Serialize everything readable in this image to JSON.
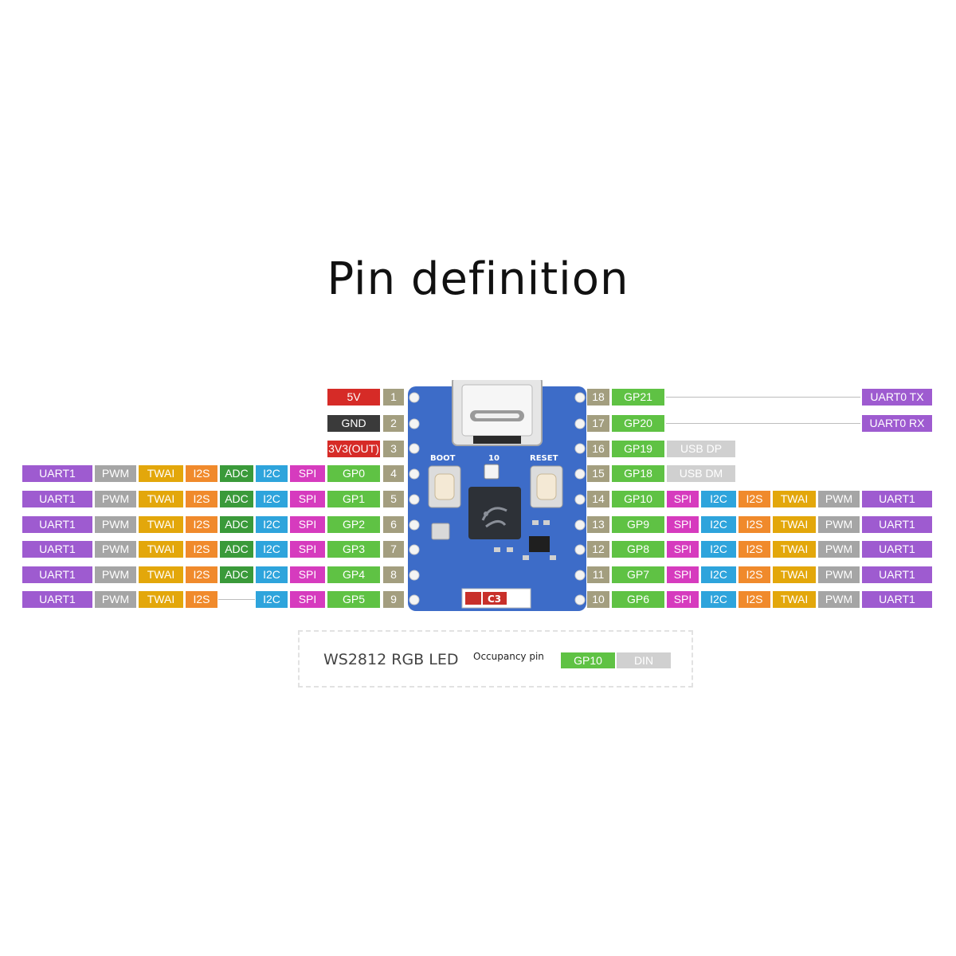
{
  "title": "Pin definition",
  "colors": {
    "pin_number": "#a39e7f",
    "5V": "#d62b27",
    "GND": "#3a3a3a",
    "3V3(OUT)": "#d62b27",
    "GP": "#5fc244",
    "UART": "#9e5bd0",
    "PWM": "#a5a5a5",
    "TWAI": "#e3a70b",
    "I2S": "#f08a2c",
    "ADC": "#3a9a3a",
    "I2C": "#2ea4dc",
    "SPI": "#d63bbe",
    "USB": "#d0d0d0",
    "DIN": "#d0d0d0"
  },
  "board": {
    "boot_label": "BOOT",
    "led_label": "10",
    "reset_label": "RESET",
    "chip_marking": "C3",
    "pcb_color": "#3d6cc8"
  },
  "left_pins": [
    {
      "num": "1",
      "labels": [
        "5V"
      ]
    },
    {
      "num": "2",
      "labels": [
        "GND"
      ]
    },
    {
      "num": "3",
      "labels": [
        "3V3(OUT)"
      ]
    },
    {
      "num": "4",
      "labels": [
        "UART1",
        "PWM",
        "TWAI",
        "I2S",
        "ADC",
        "I2C",
        "SPI",
        "GP0"
      ]
    },
    {
      "num": "5",
      "labels": [
        "UART1",
        "PWM",
        "TWAI",
        "I2S",
        "ADC",
        "I2C",
        "SPI",
        "GP1"
      ]
    },
    {
      "num": "6",
      "labels": [
        "UART1",
        "PWM",
        "TWAI",
        "I2S",
        "ADC",
        "I2C",
        "SPI",
        "GP2"
      ]
    },
    {
      "num": "7",
      "labels": [
        "UART1",
        "PWM",
        "TWAI",
        "I2S",
        "ADC",
        "I2C",
        "SPI",
        "GP3"
      ]
    },
    {
      "num": "8",
      "labels": [
        "UART1",
        "PWM",
        "TWAI",
        "I2S",
        "ADC",
        "I2C",
        "SPI",
        "GP4"
      ]
    },
    {
      "num": "9",
      "labels": [
        "UART1",
        "PWM",
        "TWAI",
        "I2S",
        "",
        "I2C",
        "SPI",
        "GP5"
      ]
    }
  ],
  "right_pins": [
    {
      "num": "18",
      "labels": [
        "GP21",
        "",
        "",
        "",
        "",
        "",
        "UART0 TX"
      ]
    },
    {
      "num": "17",
      "labels": [
        "GP20",
        "",
        "",
        "",
        "",
        "",
        "UART0 RX"
      ]
    },
    {
      "num": "16",
      "labels": [
        "GP19",
        "USB DP"
      ]
    },
    {
      "num": "15",
      "labels": [
        "GP18",
        "USB DM"
      ]
    },
    {
      "num": "14",
      "labels": [
        "GP10",
        "SPI",
        "I2C",
        "I2S",
        "TWAI",
        "PWM",
        "UART1"
      ]
    },
    {
      "num": "13",
      "labels": [
        "GP9",
        "SPI",
        "I2C",
        "I2S",
        "TWAI",
        "PWM",
        "UART1"
      ]
    },
    {
      "num": "12",
      "labels": [
        "GP8",
        "SPI",
        "I2C",
        "I2S",
        "TWAI",
        "PWM",
        "UART1"
      ]
    },
    {
      "num": "11",
      "labels": [
        "GP7",
        "SPI",
        "I2C",
        "I2S",
        "TWAI",
        "PWM",
        "UART1"
      ]
    },
    {
      "num": "10",
      "labels": [
        "GP6",
        "SPI",
        "I2C",
        "I2S",
        "TWAI",
        "PWM",
        "UART1"
      ]
    }
  ],
  "legend": {
    "title": "WS2812 RGB LED",
    "subtitle": "Occupancy pin",
    "gp_label": "GP10",
    "din_label": "DIN"
  }
}
